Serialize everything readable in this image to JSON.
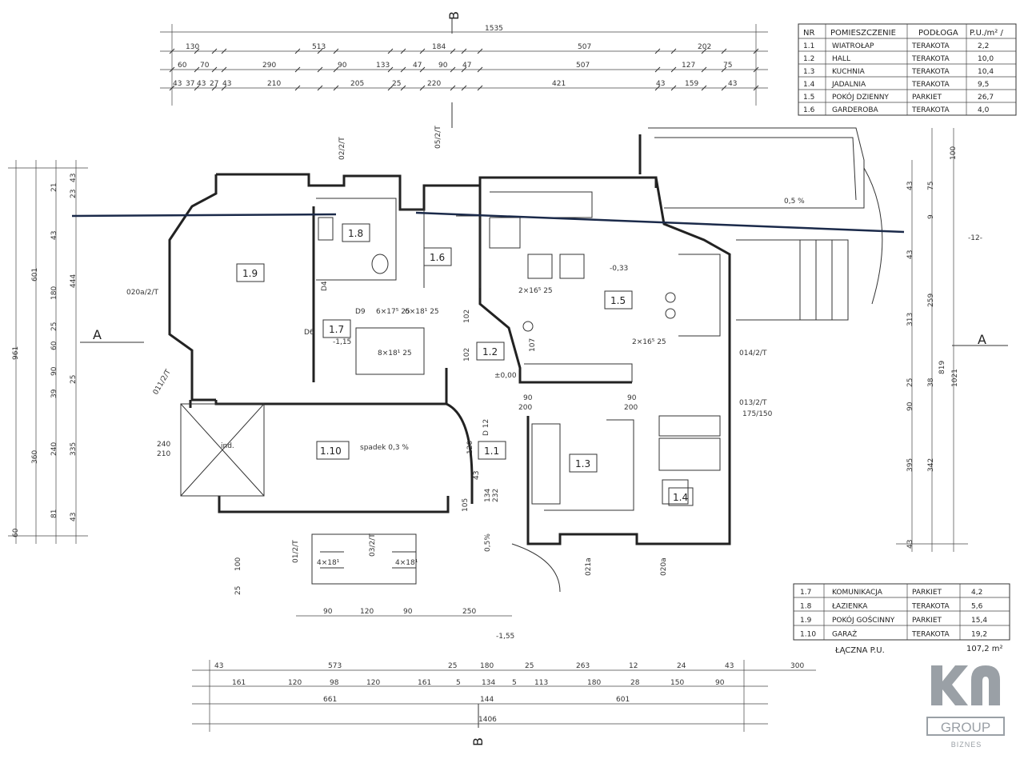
{
  "section_markers": {
    "a": "A",
    "b": "B"
  },
  "top_dimensions": {
    "row1": [
      "1535"
    ],
    "row2": [
      "130",
      "513",
      "184",
      "507",
      "202"
    ],
    "row3": [
      "60",
      "70",
      "290",
      "90",
      "133",
      "47",
      "90",
      "47",
      "507",
      "127",
      "75"
    ],
    "row4": [
      "43",
      "37",
      "43",
      "27",
      "43",
      "210",
      "205",
      "25",
      "220",
      "421",
      "43",
      "159",
      "43"
    ]
  },
  "bottom_dimensions": {
    "row1": [
      "43",
      "573",
      "25",
      "180",
      "25",
      "263",
      "12",
      "24",
      "43",
      "300"
    ],
    "row2": [
      "161",
      "120",
      "98",
      "120",
      "161",
      "5",
      "134",
      "5",
      "113",
      "180",
      "28",
      "150",
      "90"
    ],
    "row3": [
      "661",
      "144",
      "601"
    ],
    "row4": [
      "1406"
    ]
  },
  "left_dimensions": [
    "43",
    "21",
    "23",
    "43",
    "601",
    "444",
    "180",
    "25",
    "60",
    "25",
    "90",
    "39",
    "240",
    "335",
    "961",
    "360",
    "81",
    "43",
    "60"
  ],
  "right_dimensions": [
    "100",
    "43",
    "75",
    "9",
    "43",
    "313",
    "259",
    "25",
    "38",
    "90",
    "819",
    "1021",
    "395",
    "342",
    "43"
  ],
  "rooms": {
    "r11": "1.1",
    "r12": "1.2",
    "r13": "1.3",
    "r14": "1.4",
    "r15": "1.5",
    "r16": "1.6",
    "r17": "1.7",
    "r18": "1.8",
    "r19": "1.9",
    "r110": "1.10"
  },
  "annotations": {
    "spadek_garage": "spadek 0,3 %",
    "terrace_slope": "0,5 %",
    "level_033": "-0,33",
    "level_000": "±0,00",
    "level_115": "-1,15",
    "level_155": "-1,55",
    "ind": "ind.",
    "axis_12": "-12-",
    "slope_05": "0,5%",
    "stairs_1": "6×17⁵ 25",
    "stairs_2": "6×18¹ 25",
    "stairs_3": "8×18¹ 25",
    "stairs_4": "4×18¹",
    "stairs_5": "2×16⁵ 25",
    "d9": "D9",
    "d6": "D6",
    "d4": "D4",
    "d12": "D 12",
    "w020": "020a/2/T",
    "w013": "013/2/T",
    "w014": "014/2/T",
    "w011": "011/2/T",
    "w02": "02/2/T",
    "w05": "05/2/T",
    "w03": "03/2/T",
    "w01": "01/2/T",
    "w021": "021a",
    "w020b": "020a",
    "dim_240": "240",
    "dim_210": "210",
    "dim_134": "134",
    "dim_232": "232",
    "dim_90a": "90",
    "dim_200a": "200",
    "dim_90b": "90",
    "dim_200b": "200",
    "dim_120": "120",
    "dim_102a": "102",
    "dim_102b": "102",
    "dim_107": "107",
    "dim_105": "105",
    "dim_43": "43",
    "dim_100": "100",
    "dim_25": "25",
    "marker_175": "175/150"
  },
  "bottom_front_dims": [
    "90",
    "120",
    "90",
    "250"
  ],
  "table_top": {
    "headers": [
      "NR",
      "POMIESZCZENIE",
      "PODŁOGA",
      "P.U./m² /"
    ],
    "rows": [
      [
        "1.1",
        "WIATROŁAP",
        "TERAKOTA",
        "2,2"
      ],
      [
        "1.2",
        "HALL",
        "TERAKOTA",
        "10,0"
      ],
      [
        "1.3",
        "KUCHNIA",
        "TERAKOTA",
        "10,4"
      ],
      [
        "1.4",
        "JADALNIA",
        "TERAKOTA",
        "9,5"
      ],
      [
        "1.5",
        "POKÓJ DZIENNY",
        "PARKIET",
        "26,7"
      ],
      [
        "1.6",
        "GARDEROBA",
        "TERAKOTA",
        "4,0"
      ]
    ]
  },
  "table_bottom": {
    "rows": [
      [
        "1.7",
        "KOMUNIKACJA",
        "PARKIET",
        "4,2"
      ],
      [
        "1.8",
        "ŁAZIENKA",
        "TERAKOTA",
        "5,6"
      ],
      [
        "1.9",
        "POKÓJ GOŚCINNY",
        "PARKIET",
        "15,4"
      ],
      [
        "1.10",
        "GARAŻ",
        "TERAKOTA",
        "19,2"
      ]
    ],
    "total_label": "ŁĄCZNA P.U.",
    "total_value": "107,2 m²"
  },
  "logo": {
    "mark": "KN",
    "group": "GROUP",
    "sub": "BIZNES",
    "color": "#9aa0a6"
  }
}
